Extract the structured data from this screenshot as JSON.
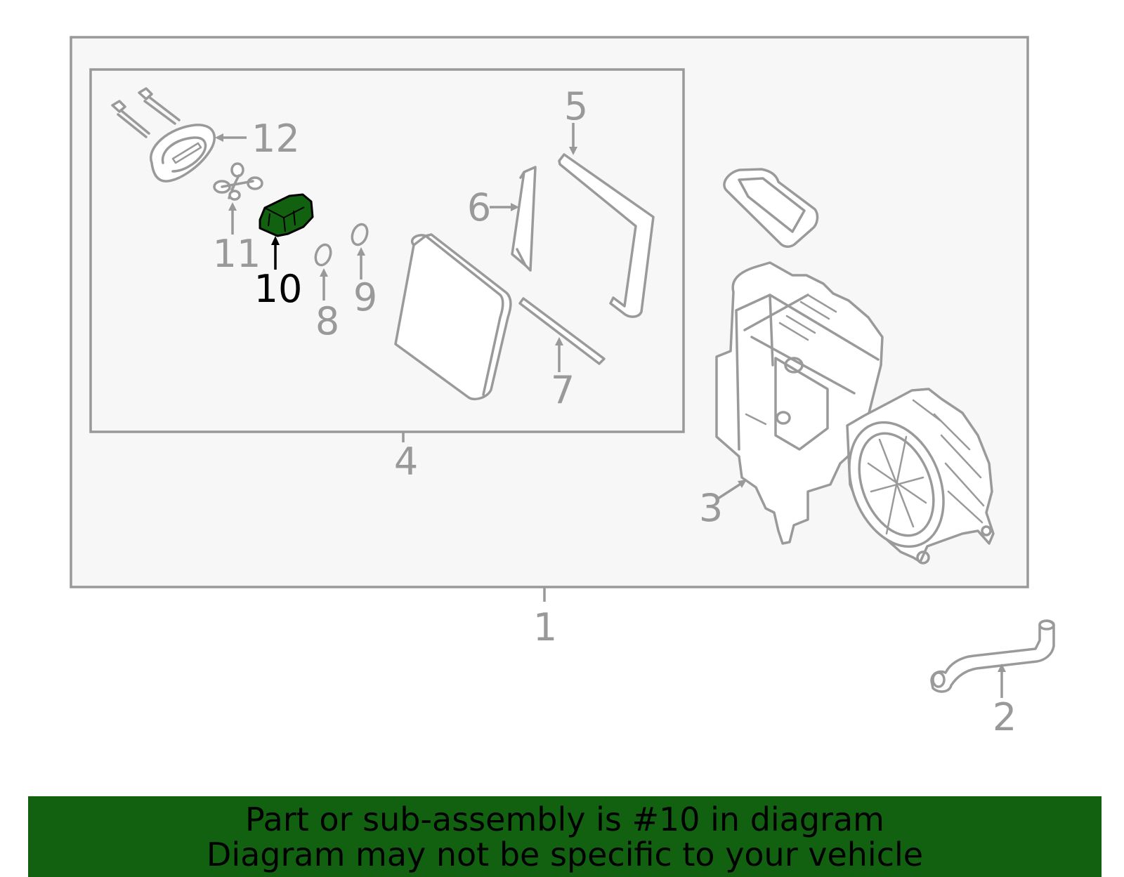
{
  "callouts": {
    "c1": "1",
    "c2": "2",
    "c3": "3",
    "c4": "4",
    "c5": "5",
    "c6": "6",
    "c7": "7",
    "c8": "8",
    "c9": "9",
    "c10": "10",
    "c11": "11",
    "c12": "12"
  },
  "highlight": {
    "part": "10",
    "color": "#116111"
  },
  "colors": {
    "line": "#999999",
    "panel": "#f7f7f7",
    "banner": "#116111",
    "highlight_label": "#000000"
  },
  "banner": {
    "line1": "Part or sub-assembly is #10 in diagram",
    "line2": "Diagram may not be specific to your vehicle"
  }
}
